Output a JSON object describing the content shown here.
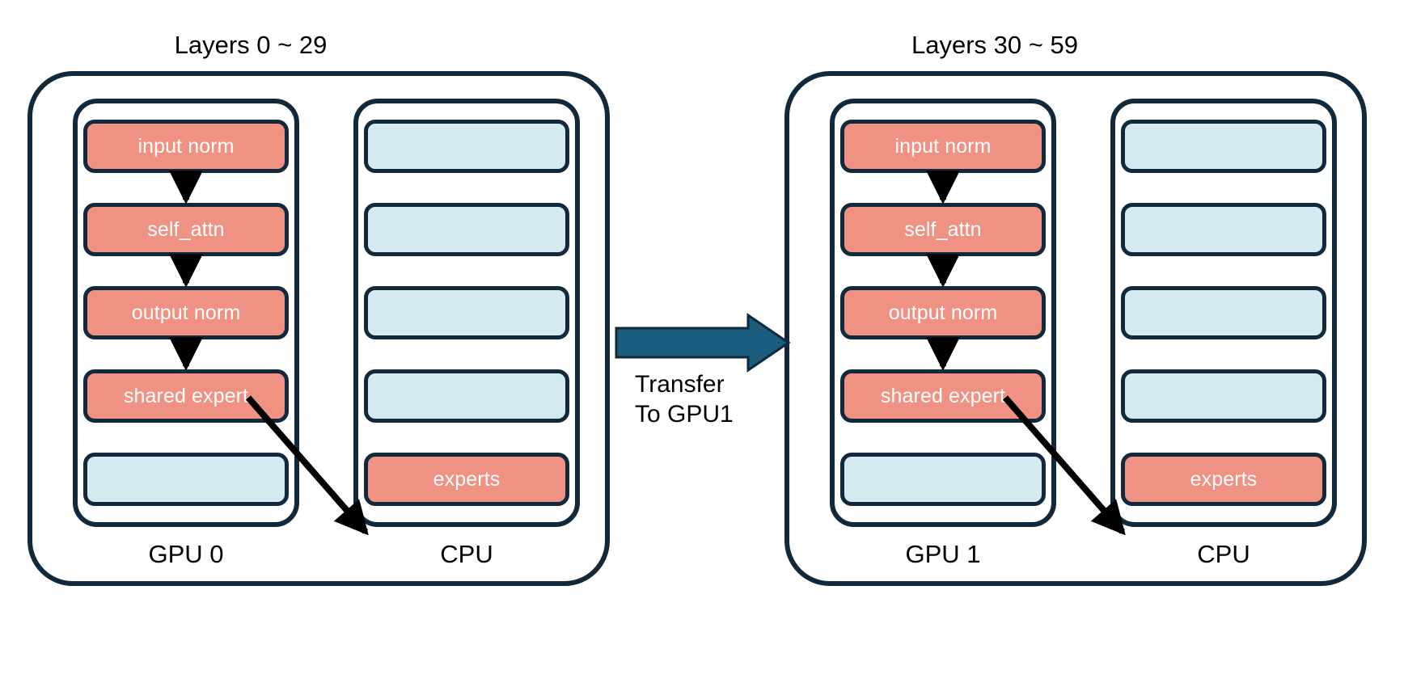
{
  "figure": {
    "background": "#ffffff",
    "outline_color": "#11293a",
    "red_color": "#ef9183",
    "blue_color": "#d4eaf0",
    "transfer_arrow_color": "#1b5c7e"
  },
  "panels": [
    {
      "id": "panel-left",
      "title": "Layers 0 ~ 29",
      "columns": [
        {
          "id": "gpu0",
          "caption": "GPU 0",
          "blocks": [
            {
              "label": "input norm",
              "kind": "red"
            },
            {
              "label": "self_attn",
              "kind": "red"
            },
            {
              "label": "output norm",
              "kind": "red"
            },
            {
              "label": "shared expert",
              "kind": "red"
            },
            {
              "label": "",
              "kind": "blue"
            }
          ]
        },
        {
          "id": "cpu0",
          "caption": "CPU",
          "blocks": [
            {
              "label": "",
              "kind": "blue"
            },
            {
              "label": "",
              "kind": "blue"
            },
            {
              "label": "",
              "kind": "blue"
            },
            {
              "label": "",
              "kind": "blue"
            },
            {
              "label": "experts",
              "kind": "red"
            }
          ]
        }
      ]
    },
    {
      "id": "panel-right",
      "title": "Layers 30 ~ 59",
      "columns": [
        {
          "id": "gpu1",
          "caption": "GPU 1",
          "blocks": [
            {
              "label": "input norm",
              "kind": "red"
            },
            {
              "label": "self_attn",
              "kind": "red"
            },
            {
              "label": "output norm",
              "kind": "red"
            },
            {
              "label": "shared expert",
              "kind": "red"
            },
            {
              "label": "",
              "kind": "blue"
            }
          ]
        },
        {
          "id": "cpu1",
          "caption": "CPU",
          "blocks": [
            {
              "label": "",
              "kind": "blue"
            },
            {
              "label": "",
              "kind": "blue"
            },
            {
              "label": "",
              "kind": "blue"
            },
            {
              "label": "",
              "kind": "blue"
            },
            {
              "label": "experts",
              "kind": "red"
            }
          ]
        }
      ]
    }
  ],
  "transfer": {
    "line1": "Transfer",
    "line2": "To GPU1"
  }
}
